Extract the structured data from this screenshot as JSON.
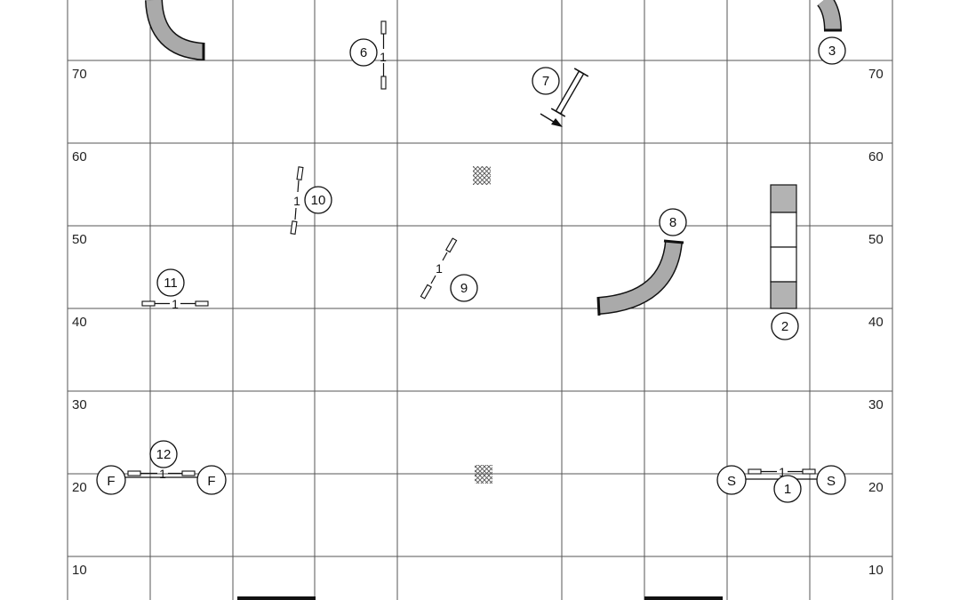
{
  "grid": {
    "left_labels": [
      "70",
      "60",
      "50",
      "40",
      "30",
      "20",
      "10"
    ],
    "right_labels": [
      "70",
      "60",
      "50",
      "40",
      "30",
      "20",
      "10"
    ]
  },
  "obstacles": {
    "jump_1": {
      "number": "1",
      "start_left": "S",
      "start_right": "S",
      "bar_mark": "1"
    },
    "tire_2": {
      "number": "2"
    },
    "tunnel_3": {
      "number": "3"
    },
    "jump_6": {
      "number": "6",
      "bar_mark": "1"
    },
    "tire_7": {
      "number": "7"
    },
    "tunnel_8": {
      "number": "8"
    },
    "jump_9": {
      "number": "9",
      "bar_mark": "1"
    },
    "jump_10": {
      "number": "10",
      "bar_mark": "1"
    },
    "jump_11": {
      "number": "11",
      "bar_mark": "1"
    },
    "jump_12": {
      "number": "12",
      "finish_left": "F",
      "finish_right": "F",
      "bar_mark": "1"
    }
  },
  "colors": {
    "tunnel_fill": "#aaaaaa",
    "table_fill": "#b3b3b3",
    "lines": "#111111"
  }
}
